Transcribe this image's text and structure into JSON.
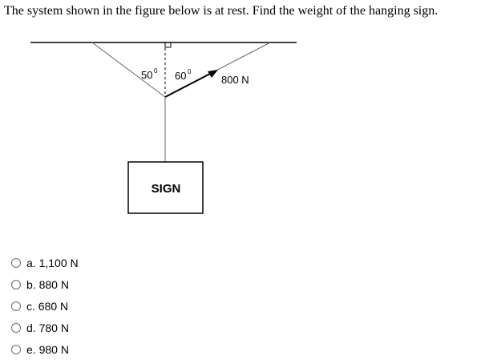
{
  "question": "The system shown in the figure below is at rest. Find the weight of the hanging sign.",
  "figure": {
    "angle_left": "50",
    "angle_right": "60",
    "degree_mark": "0",
    "force_label": "800 N",
    "sign_label": "SIGN"
  },
  "options": [
    {
      "label": "a. 1,100 N"
    },
    {
      "label": "b. 880 N"
    },
    {
      "label": "c. 680 N"
    },
    {
      "label": "d. 780 N"
    },
    {
      "label": "e. 980 N"
    }
  ]
}
